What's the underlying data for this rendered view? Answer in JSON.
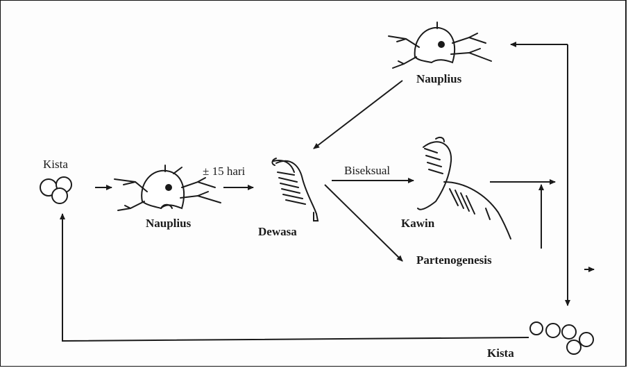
{
  "labels": {
    "kista_left": "Kista",
    "nauplius_left": "Nauplius",
    "time_label": "± 15 hari",
    "dewasa": "Dewasa",
    "nauplius_top": "Nauplius",
    "biseksual": "Biseksual",
    "kawin": "Kawin",
    "partenogenesis": "Partenogenesis",
    "kista_bottom": "Kista"
  }
}
